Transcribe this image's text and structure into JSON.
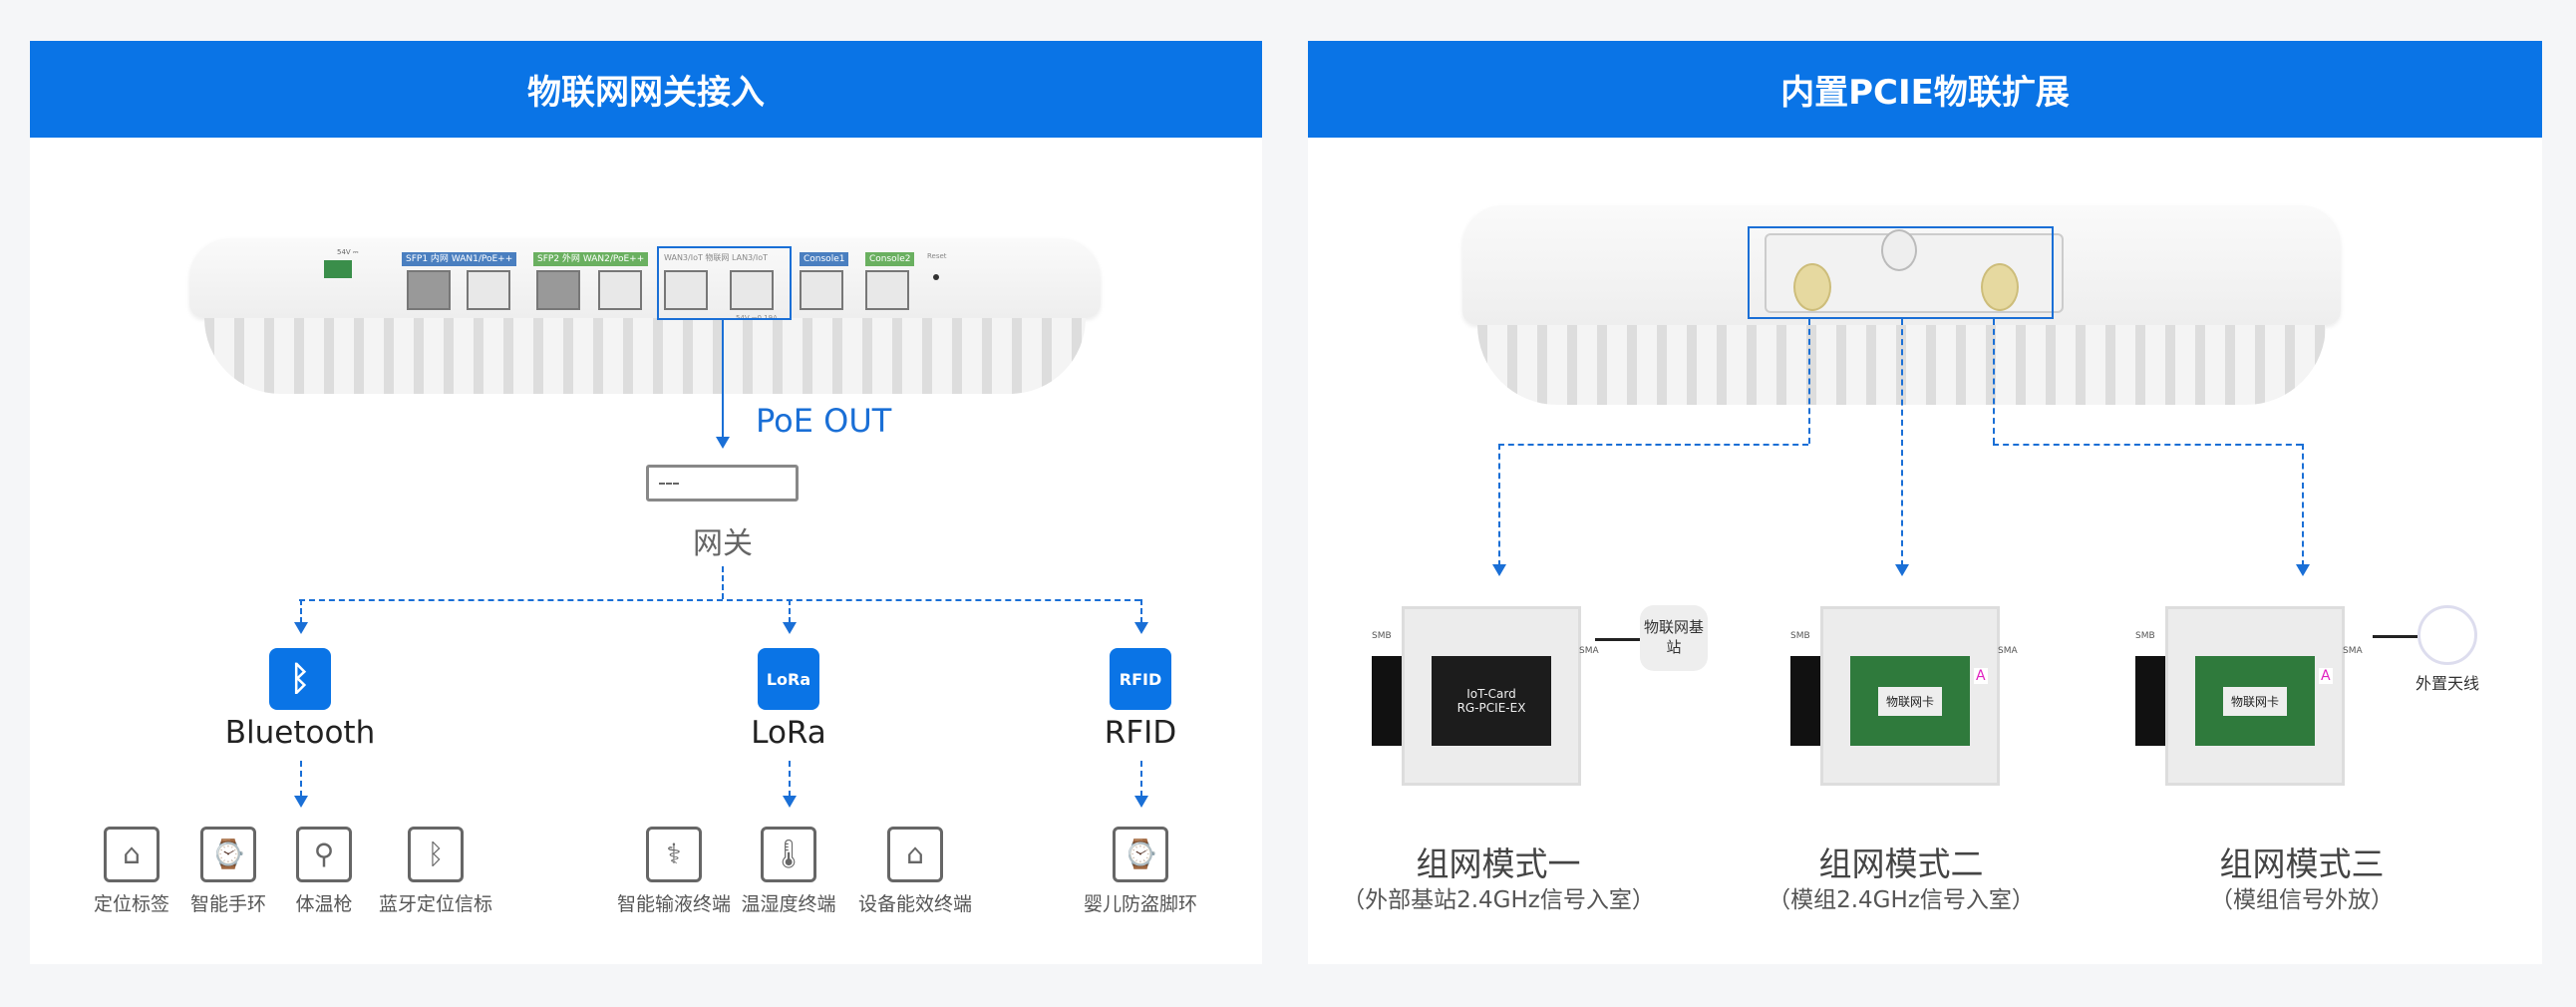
{
  "left": {
    "title": "物联网网关接入",
    "device_labels": {
      "power": "54V ⎓",
      "sfp1": "SFP1",
      "inner": "内网",
      "wan1": "WAN1/PoE++",
      "sfp2": "SFP2",
      "outer": "外网",
      "wan2": "WAN2/PoE++",
      "iot": "物联网",
      "wan3": "WAN3/IoT",
      "lan3": "LAN3/IoT",
      "poe_rating": "54V ⎓0.19A",
      "console1": "Console1",
      "console2": "Console2",
      "reset": "Reset"
    },
    "poe_out": "PoE OUT",
    "gateway": "网关",
    "techs": [
      {
        "label": "Bluetooth",
        "icon": "bluetooth-icon",
        "devices": [
          "定位标签",
          "智能手环",
          "体温枪",
          "蓝牙定位信标"
        ]
      },
      {
        "label": "LoRa",
        "icon": "lora-icon",
        "devices": [
          "智能输液终端",
          "温湿度终端",
          "设备能效终端"
        ]
      },
      {
        "label": "RFID",
        "icon": "rfid-icon",
        "devices": [
          "婴儿防盗脚环"
        ]
      }
    ]
  },
  "right": {
    "title": "内置PCIE物联扩展",
    "modes": [
      {
        "caption": "组网模式一",
        "sub": "（外部基站2.4GHz信号入室）",
        "card": [
          "IoT-Card",
          "RG-PCIE-EX"
        ],
        "side": "物联网基站"
      },
      {
        "caption": "组网模式二",
        "sub": "（模组2.4GHz信号入室）",
        "card": [
          "物联网卡"
        ],
        "side": ""
      },
      {
        "caption": "组网模式三",
        "sub": "（模组信号外放）",
        "card": [
          "物联网卡"
        ],
        "side": "外置天线"
      }
    ],
    "connector_labels": {
      "smb": "SMB",
      "sma": "SMA",
      "antenna_mark": "A"
    }
  },
  "colors": {
    "accent": "#0a74e6",
    "line": "#1a6fd6"
  }
}
